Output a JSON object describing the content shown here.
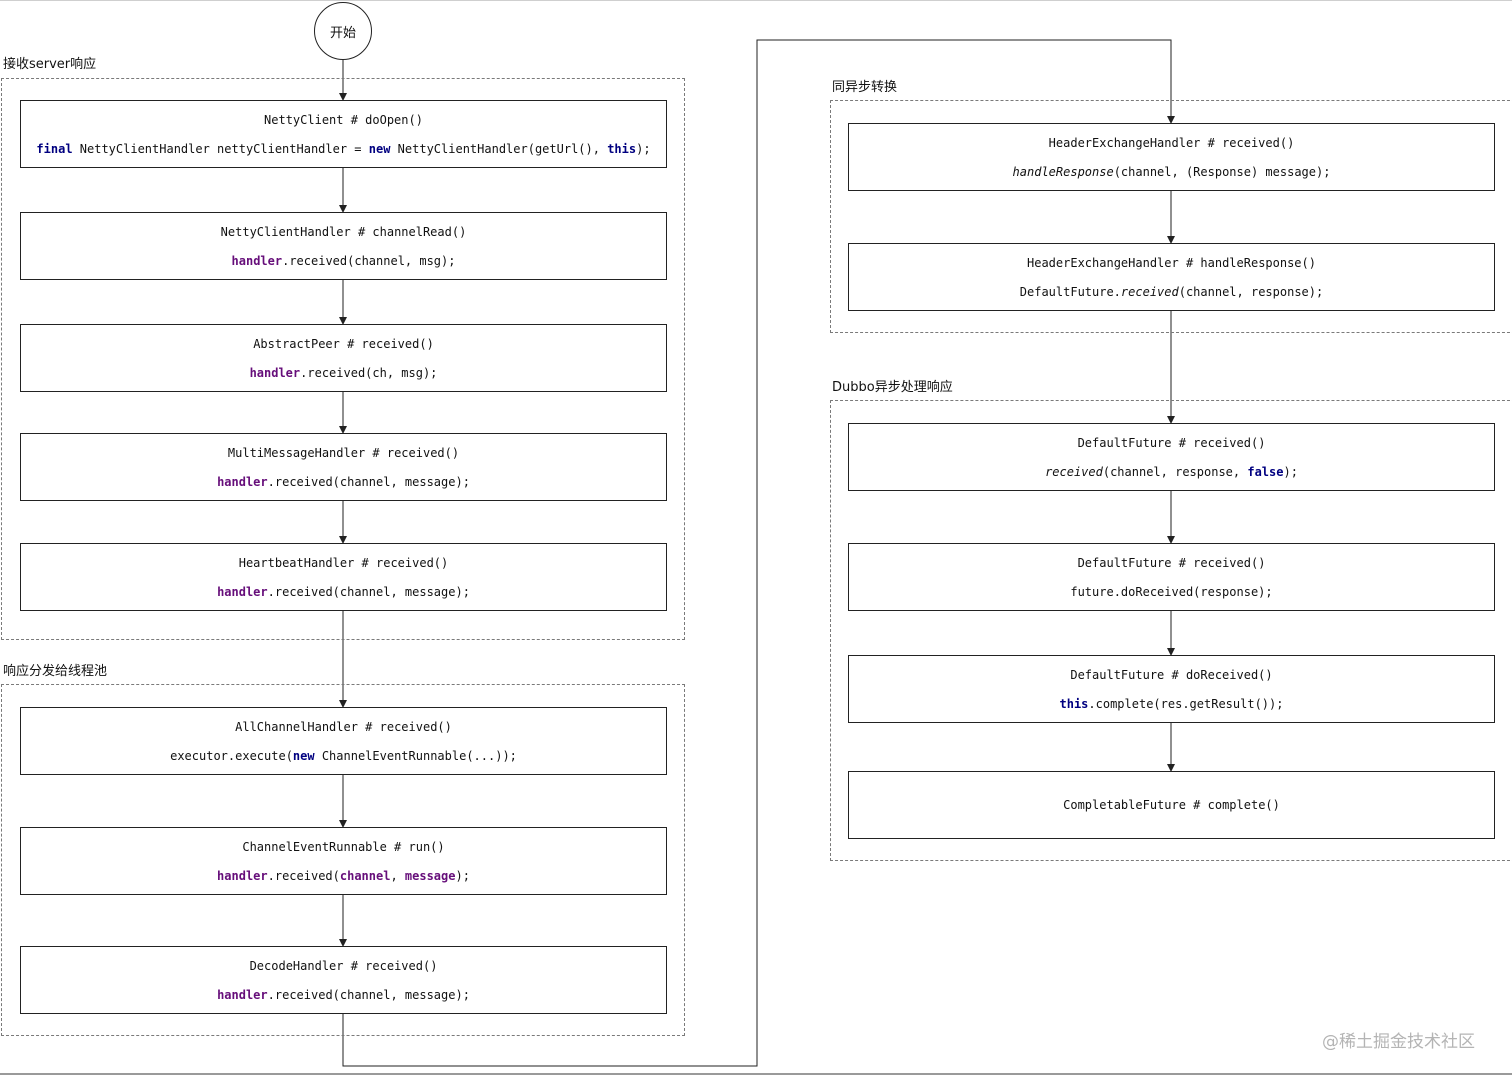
{
  "start": "开始",
  "groups": {
    "receive": "接收server响应",
    "dispatch": "响应分发给线程池",
    "sync": "同异步转换",
    "async": "Dubbo异步处理响应"
  },
  "nodes": {
    "n1": {
      "title": "NettyClient # doOpen()",
      "code": [
        {
          "t": "final",
          "s": "kw"
        },
        {
          "t": " NettyClientHandler nettyClientHandler = "
        },
        {
          "t": "new",
          "s": "kw"
        },
        {
          "t": " NettyClientHandler(getUrl(), "
        },
        {
          "t": "this",
          "s": "kw"
        },
        {
          "t": ");"
        }
      ]
    },
    "n2": {
      "title": "NettyClientHandler # channelRead()",
      "code": [
        {
          "t": "handler",
          "s": "fld"
        },
        {
          "t": ".received(channel, msg);"
        }
      ]
    },
    "n3": {
      "title": "AbstractPeer # received()",
      "code": [
        {
          "t": "handler",
          "s": "fld"
        },
        {
          "t": ".received(ch, msg);"
        }
      ]
    },
    "n4": {
      "title": "MultiMessageHandler # received()",
      "code": [
        {
          "t": "handler",
          "s": "fld"
        },
        {
          "t": ".received(channel, message);"
        }
      ]
    },
    "n5": {
      "title": "HeartbeatHandler # received()",
      "code": [
        {
          "t": "handler",
          "s": "fld"
        },
        {
          "t": ".received(channel, message);"
        }
      ]
    },
    "n6": {
      "title": "AllChannelHandler # received()",
      "code": [
        {
          "t": "executor.execute("
        },
        {
          "t": "new",
          "s": "kw"
        },
        {
          "t": " ChannelEventRunnable(...));"
        }
      ]
    },
    "n7": {
      "title": "ChannelEventRunnable # run()",
      "code": [
        {
          "t": "handler",
          "s": "fld"
        },
        {
          "t": ".received("
        },
        {
          "t": "channel",
          "s": "fld"
        },
        {
          "t": ", "
        },
        {
          "t": "message",
          "s": "fld"
        },
        {
          "t": ");"
        }
      ]
    },
    "n8": {
      "title": "DecodeHandler # received()",
      "code": [
        {
          "t": "handler",
          "s": "fld"
        },
        {
          "t": ".received(channel, message);"
        }
      ]
    },
    "n9": {
      "title": "HeaderExchangeHandler # received()",
      "code": [
        {
          "t": "handleResponse",
          "s": "it"
        },
        {
          "t": "(channel, (Response) message);"
        }
      ]
    },
    "n10": {
      "title": "HeaderExchangeHandler # handleResponse()",
      "code": [
        {
          "t": "DefaultFuture."
        },
        {
          "t": "received",
          "s": "it"
        },
        {
          "t": "(channel, response);"
        }
      ]
    },
    "n11": {
      "title": "DefaultFuture # received()",
      "code": [
        {
          "t": "received",
          "s": "it"
        },
        {
          "t": "(channel, response, "
        },
        {
          "t": "false",
          "s": "kw"
        },
        {
          "t": ");"
        }
      ]
    },
    "n12": {
      "title": "DefaultFuture # received()",
      "code": [
        {
          "t": "future.doReceived(response);"
        }
      ]
    },
    "n13": {
      "title": "DefaultFuture # doReceived()",
      "code": [
        {
          "t": "this",
          "s": "kw"
        },
        {
          "t": ".complete(res.getResult());"
        }
      ]
    },
    "n14": {
      "title": "CompletableFuture # complete()",
      "code": []
    }
  },
  "watermark": "@稀土掘金技术社区",
  "colors": {
    "keyword": "#000080",
    "field": "#660e7a",
    "line": "#222222",
    "dashed": "#7a7a7a"
  }
}
